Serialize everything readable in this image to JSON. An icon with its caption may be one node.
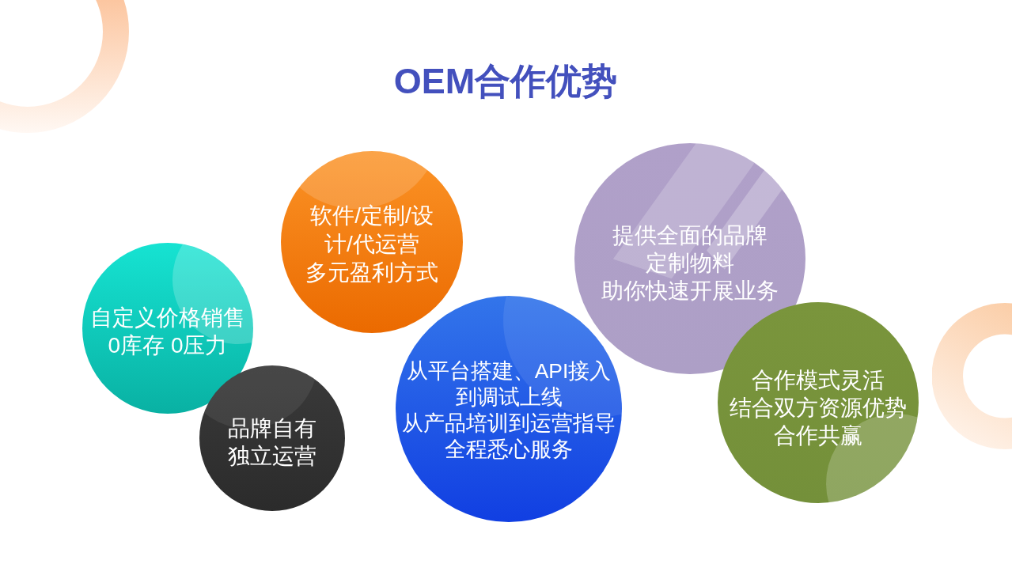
{
  "diagram": {
    "title": "OEM合作优势",
    "nodes": [
      {
        "text": [
          "自定义价格销售",
          "0库存 0压力"
        ]
      },
      {
        "text": [
          "品牌自有",
          "独立运营"
        ]
      },
      {
        "text": [
          "软件/定制/设计/代运营",
          "多元盈利方式"
        ]
      },
      {
        "text": [
          "从平台搭建、API接入到调试上线",
          "从产品培训到运营指导",
          "全程悉心服务"
        ]
      },
      {
        "text": [
          "提供全面的品牌定制物料",
          "助你快速开展业务"
        ]
      },
      {
        "text": [
          "合作模式灵活",
          "结合双方资源优势",
          "合作共赢"
        ]
      }
    ]
  }
}
